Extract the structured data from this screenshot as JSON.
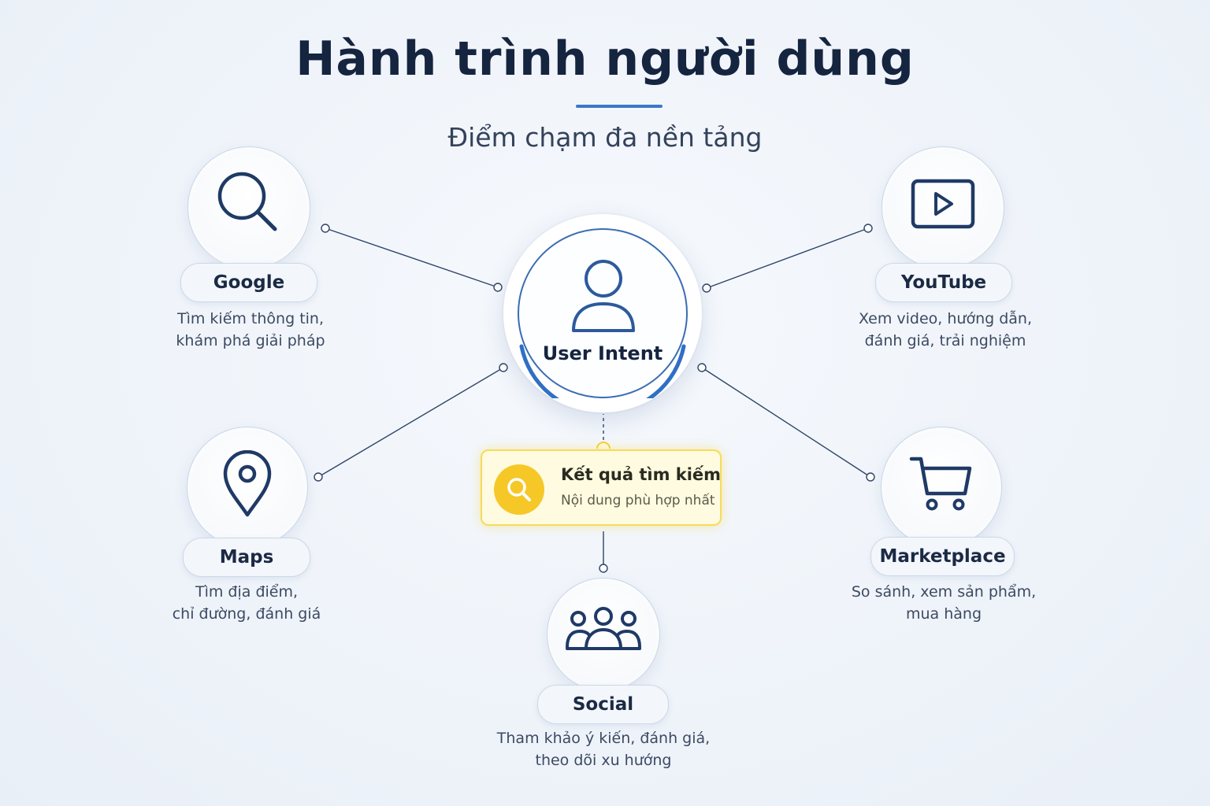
{
  "header": {
    "title": "Hành trình người dùng",
    "subtitle": "Điểm chạm đa nền tảng"
  },
  "center": {
    "label": "User Intent",
    "icon": "user-icon"
  },
  "result": {
    "title": "Kết quả tìm kiếm",
    "subtitle": "Nội dung phù hợp nhất",
    "icon": "search-icon"
  },
  "platforms": {
    "google": {
      "label": "Google",
      "icon": "search-icon",
      "lines": [
        "Tìm kiếm thông tin,",
        "khám phá giải pháp"
      ]
    },
    "youtube": {
      "label": "YouTube",
      "icon": "play-icon",
      "lines": [
        "Xem video, hướng dẫn,",
        "đánh giá, trải nghiệm"
      ]
    },
    "maps": {
      "label": "Maps",
      "icon": "map-pin-icon",
      "lines": [
        "Tìm địa điểm,",
        "chỉ đường, đánh giá"
      ]
    },
    "marketplace": {
      "label": "Marketplace",
      "icon": "cart-icon",
      "lines": [
        "So sánh, xem sản phẩm,",
        "mua hàng"
      ]
    },
    "social": {
      "label": "Social",
      "icon": "users-icon",
      "lines": [
        "Tham khảo ý kiến, đánh giá,",
        "theo dõi xu hướng"
      ]
    }
  },
  "colors": {
    "accent": "#3b78c8",
    "icon": "#1f3a66",
    "highlight": "#f6c827",
    "text": "#15243f"
  }
}
